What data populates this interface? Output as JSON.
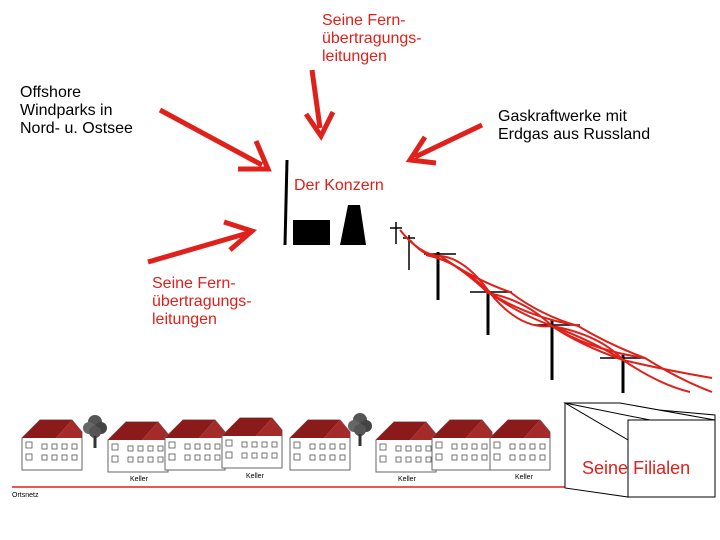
{
  "labels": {
    "top_lines": "Seine Fern-\nübertragungs-\nleitungen",
    "offshore": "Offshore\nWindparks in\nNord- u. Ostsee",
    "gas": "Gaskraftwerke mit\nErdgas aus Russland",
    "konzern": "Der Konzern",
    "left_lines": "Seine Fern-\nübertragungs-\nleitungen",
    "filialen_seine": "Seine",
    "filialen_word": "Filialen",
    "ortsnetz": "Ortsnetz",
    "keller": "Keller"
  },
  "colors": {
    "arrow": "#e0201a",
    "wire": "#e0201a",
    "roof": "#8b1a1a",
    "black": "#000000"
  }
}
